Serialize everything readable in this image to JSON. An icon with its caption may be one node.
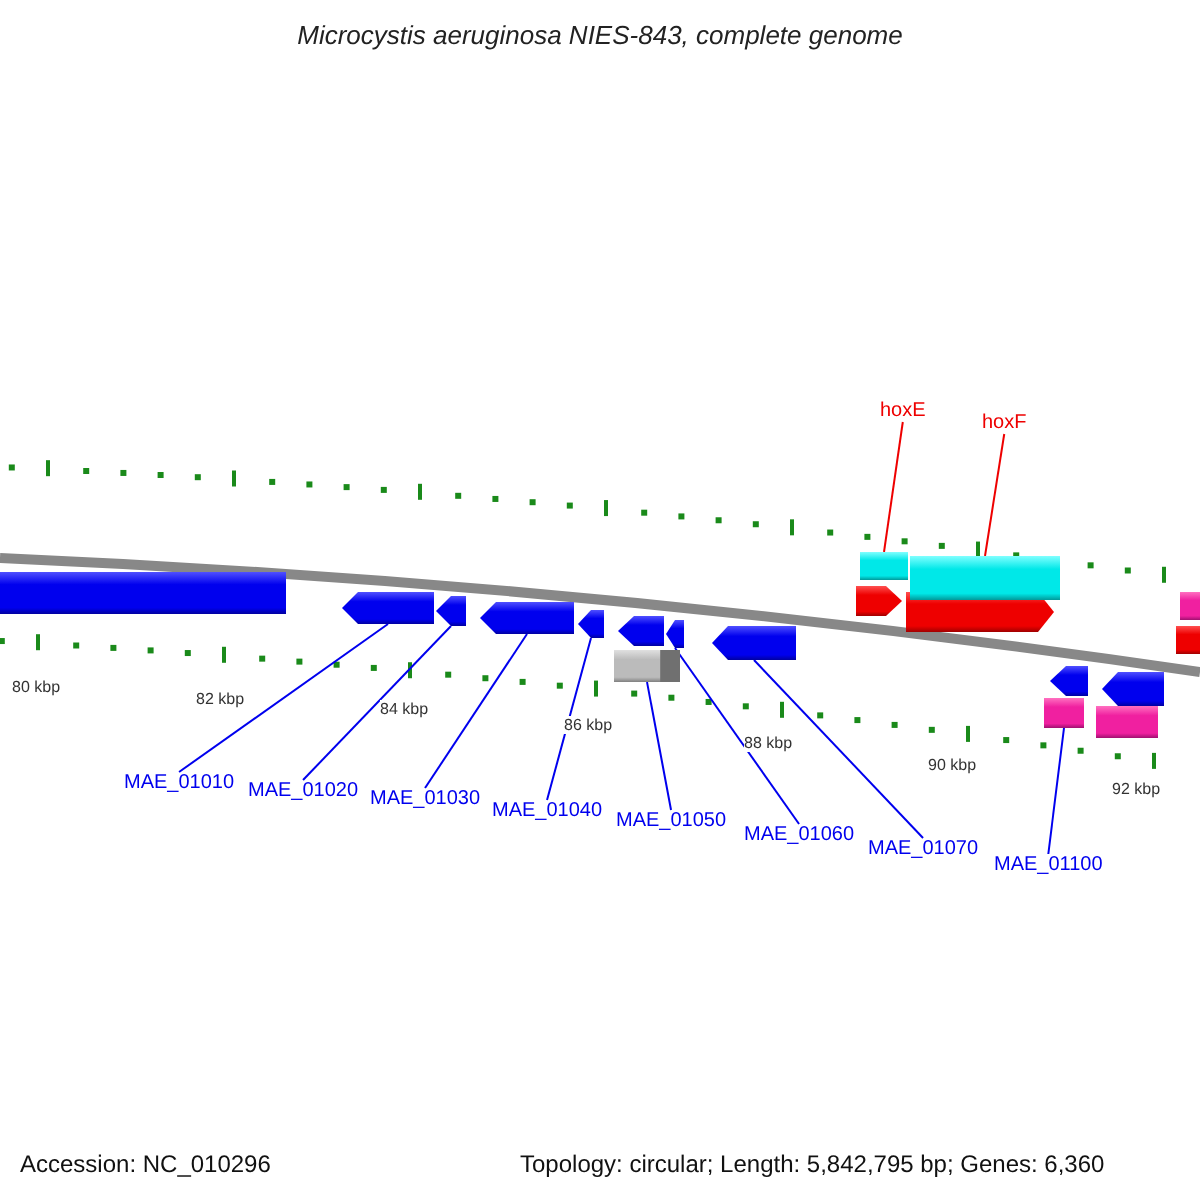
{
  "diagram": {
    "title": "Microcystis aeruginosa NIES-843, complete genome",
    "nodes": [
      {
        "text": [
          "hoxE"
        ]
      },
      {
        "text": [
          "hoxF"
        ]
      },
      {
        "text": [
          "MAE_01010"
        ]
      },
      {
        "text": [
          "MAE_01020"
        ]
      },
      {
        "text": [
          "MAE_01030"
        ]
      },
      {
        "text": [
          "MAE_01040"
        ]
      },
      {
        "text": [
          "MAE_01050"
        ]
      },
      {
        "text": [
          "MAE_01060"
        ]
      },
      {
        "text": [
          "MAE_01070"
        ]
      },
      {
        "text": [
          "MAE_01100"
        ]
      },
      {
        "text": [],
        "shape": "box"
      },
      {
        "text": [],
        "shape": "arrow"
      },
      {
        "text": [],
        "shape": "arrow"
      },
      {
        "text": [],
        "shape": "arrow"
      },
      {
        "text": [],
        "shape": "arrow"
      },
      {
        "text": [],
        "shape": "box"
      },
      {
        "text": [],
        "shape": "arrow"
      },
      {
        "text": [],
        "shape": "arrow"
      },
      {
        "text": [],
        "shape": "arrow"
      },
      {
        "text": [],
        "shape": "arrow"
      },
      {
        "text": [],
        "shape": "box"
      },
      {
        "text": [],
        "shape": "arrow"
      },
      {
        "text": [],
        "shape": "box"
      },
      {
        "text": [],
        "shape": "box"
      },
      {
        "text": [],
        "shape": "arrow"
      },
      {
        "text": [],
        "shape": "box"
      },
      {
        "text": [],
        "shape": "arrow"
      },
      {
        "text": [],
        "shape": "box"
      },
      {
        "text": [],
        "shape": "box"
      }
    ],
    "edges": [
      {
        "from": 0,
        "to": 20,
        "arrow": "none",
        "color": "#ee0000"
      },
      {
        "from": 1,
        "to": 22,
        "arrow": "none",
        "color": "#ee0000"
      },
      {
        "from": 2,
        "to": 11,
        "arrow": "none"
      },
      {
        "from": 3,
        "to": 12,
        "arrow": "none"
      },
      {
        "from": 4,
        "to": 13,
        "arrow": "none"
      },
      {
        "from": 5,
        "to": 14,
        "arrow": "none"
      },
      {
        "from": 6,
        "to": 15,
        "arrow": "none"
      },
      {
        "from": 7,
        "to": 17,
        "arrow": "none"
      },
      {
        "from": 8,
        "to": 18,
        "arrow": "none"
      },
      {
        "from": 9,
        "to": 23,
        "arrow": "none"
      }
    ],
    "labels": [
      "80 kbp",
      "82 kbp",
      "84 kbp",
      "86 kbp",
      "88 kbp",
      "90 kbp",
      "92 kbp",
      "Accession: NC_010296",
      "Topology: circular; Length: 5,842,795 bp; Genes: 6,360"
    ]
  }
}
